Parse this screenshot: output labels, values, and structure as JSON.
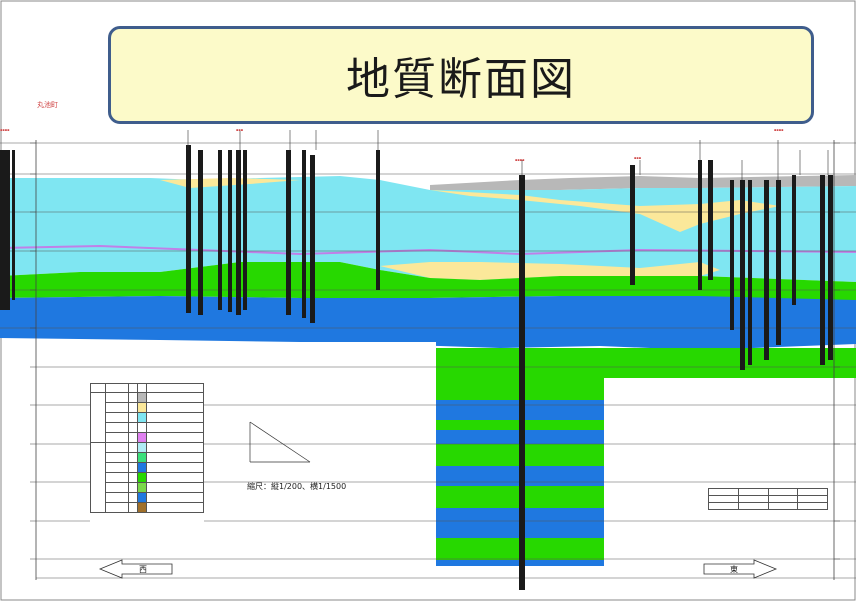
{
  "title": "地質断面図",
  "place_label": "丸池町",
  "scale_text": "縮尺：縦1/200、横1/1500",
  "direction_west": "西",
  "direction_east": "東",
  "colors": {
    "sky": "#7fe6f2",
    "yellow": "#fbe89a",
    "green": "#27d800",
    "blue": "#1f78e0",
    "purple": "#c080e8",
    "gray": "#b8b8b8",
    "title_bg": "#fcfac9",
    "title_border": "#3f5d8c"
  }
}
